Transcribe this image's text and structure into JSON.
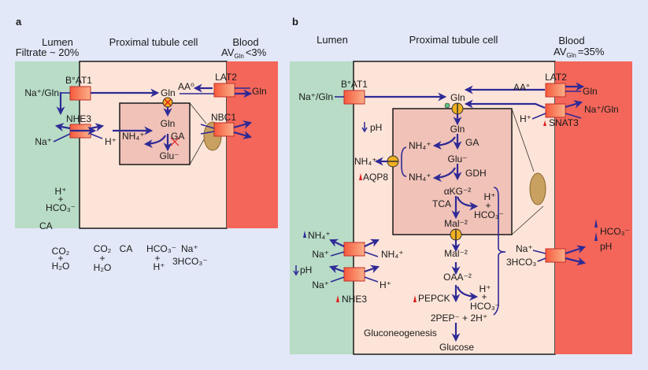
{
  "panel_a": {
    "label": "a",
    "headers": {
      "lumen": "Lumen",
      "lumen_sub": "Filtrate ~ 20%",
      "cell": "Proximal tubule cell",
      "blood": "Blood",
      "blood_av": "AV",
      "blood_av_sub": "Gln",
      "blood_av_val": "<3%"
    },
    "transporters": {
      "boat1": "B°AT1",
      "lat2": "LAT2",
      "nhe3": "NHE3",
      "nbc1": "NBC1"
    },
    "labels": {
      "na_gln": "Na⁺/Gln",
      "gln_cyto": "Gln",
      "aa0": "AA⁰",
      "gln_blood": "Gln",
      "na_plus": "Na⁺",
      "h_plus": "H⁺",
      "nh4": "NH₄⁺",
      "gln_mito": "Gln",
      "ga": "GA",
      "glu": "Glu⁻",
      "lumen_h": "H⁺",
      "plus": "+",
      "lumen_hco3": "HCO₃⁻",
      "ca_lumen": "CA",
      "lumen_co2": "CO₂",
      "lumen_h2o": "H₂O",
      "cell_co2": "CO₂",
      "cell_h2o": "H₂O",
      "ca_cell": "CA",
      "cell_hco3": "HCO₃⁻",
      "cell_h": "H⁺",
      "nbc_na": "Na⁺",
      "nbc_hco3": "3HCO₃⁻"
    }
  },
  "panel_b": {
    "label": "b",
    "headers": {
      "lumen": "Lumen",
      "cell": "Proximal tubule cell",
      "blood": "Blood",
      "blood_av": "AV",
      "blood_av_sub": "Gln",
      "blood_av_val": "=35%"
    },
    "transporters": {
      "boat1": "B°AT1",
      "lat2": "LAT2",
      "snat3": "SNAT3",
      "aqp8": "AQP8",
      "nhe3": "NHE3",
      "pepck": "PEPCK"
    },
    "labels": {
      "na_gln": "Na⁺/Gln",
      "gln_cyto": "Gln",
      "aa0": "AA°",
      "gln_blood": "Gln",
      "na_gln_blood": "Na⁺/Gln",
      "h_snat": "H⁺",
      "ph_cell": "pH",
      "nh4_aqp": "NH₄⁺",
      "gln_mito": "Gln",
      "ga": "GA",
      "nh4_1": "NH₄⁺",
      "glu": "Glu⁻",
      "gdh": "GDH",
      "nh4_2": "NH₄⁺",
      "akg": "αKG⁻²",
      "tca": "TCA",
      "mito_h": "H⁺",
      "plus": "+",
      "mito_hco3": "HCO₃⁻",
      "mal_mito": "Mal⁻²",
      "mal_cyto": "Mal⁻²",
      "oaa": "OAA⁻²",
      "pepck_h": "H⁺",
      "pepck_hco3": "HCO₃⁻",
      "pep": "2PEP⁻ + 2H⁺",
      "gluconeogenesis": "Gluconeogenesis",
      "glucose": "Glucose",
      "lumen_nh4": "NH₄⁺",
      "lumen_na1": "Na⁺",
      "cell_nh4": "NH₄⁺",
      "lumen_ph": "pH",
      "lumen_na2": "Na⁺",
      "cell_h": "H⁺",
      "nbc_na": "Na⁺",
      "nbc_hco3": "3HCO₃⁻",
      "blood_hco3": "HCO₃⁻",
      "blood_ph": "pH"
    }
  },
  "colors": {
    "background": "#e2e8f8",
    "lumen": "#b8dcc6",
    "cell": "#fde4d8",
    "mito": "#f0c2b8",
    "blood": "#f4665a",
    "arrow": "#2e2a96",
    "transporter": "#f47c5c",
    "increase": "#e02020"
  }
}
